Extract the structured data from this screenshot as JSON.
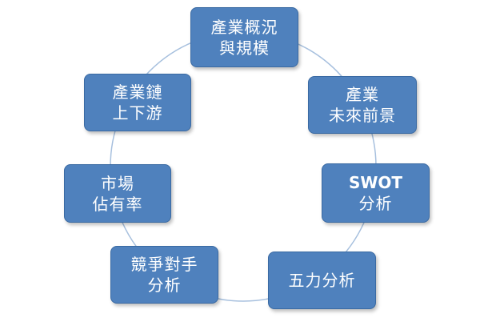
{
  "colors": {
    "node_fill": "#4F81BD",
    "node_border": "#3A6AA3",
    "ring": "#A7C0DE"
  },
  "nodes": [
    {
      "id": "n1",
      "lines": [
        "產業概況",
        "與規模"
      ]
    },
    {
      "id": "n2",
      "lines": [
        "產業",
        "未來前景"
      ]
    },
    {
      "id": "n3",
      "lines": [
        "SWOT",
        "分析"
      ]
    },
    {
      "id": "n4",
      "lines": [
        "五力分析"
      ]
    },
    {
      "id": "n5",
      "lines": [
        "競爭對手",
        "分析"
      ]
    },
    {
      "id": "n6",
      "lines": [
        "市場",
        "佔有率"
      ]
    },
    {
      "id": "n7",
      "lines": [
        "產業鏈",
        "上下游"
      ]
    }
  ]
}
